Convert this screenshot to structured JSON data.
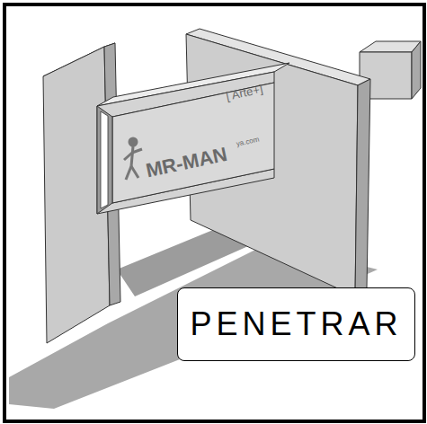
{
  "diagram": {
    "nodes": [
      {
        "text": [
          "PENETRAR"
        ]
      }
    ],
    "labels": [
      "[ Arte+]",
      "MR-MAN",
      "ya.com"
    ]
  }
}
